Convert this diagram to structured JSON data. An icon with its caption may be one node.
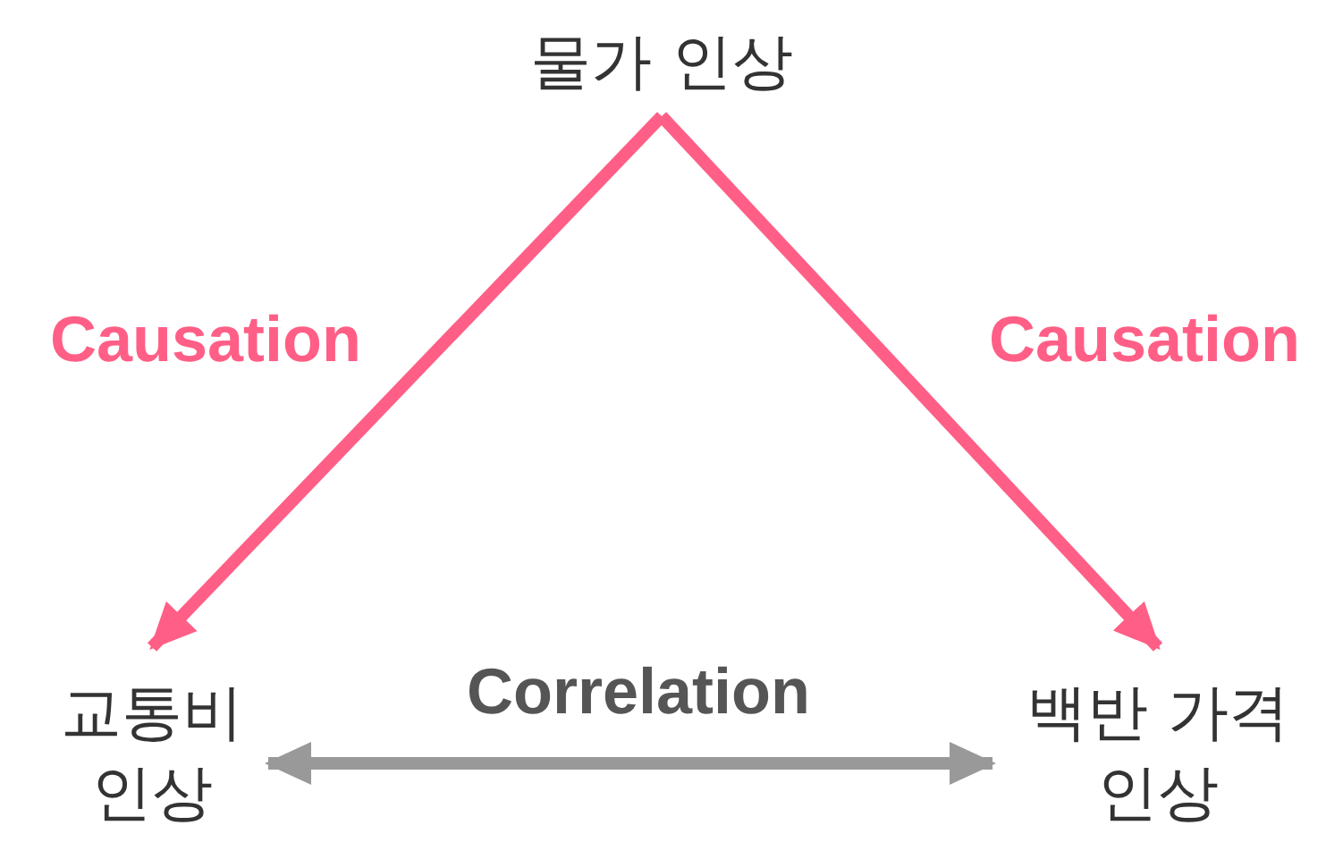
{
  "diagram": {
    "nodes": [
      {
        "text": [
          "물가 인상"
        ]
      },
      {
        "text": [
          "교통비 인상"
        ]
      },
      {
        "text": [
          "백반 가격 인상"
        ]
      }
    ],
    "edges": [
      {
        "from": 0,
        "to": 1,
        "arrow": "to",
        "label": "Causation"
      },
      {
        "from": 0,
        "to": 2,
        "arrow": "to",
        "label": "Causation"
      },
      {
        "from": 1,
        "to": 2,
        "arrow": "both",
        "label": "Correlation",
        "color": "#999999"
      }
    ]
  }
}
